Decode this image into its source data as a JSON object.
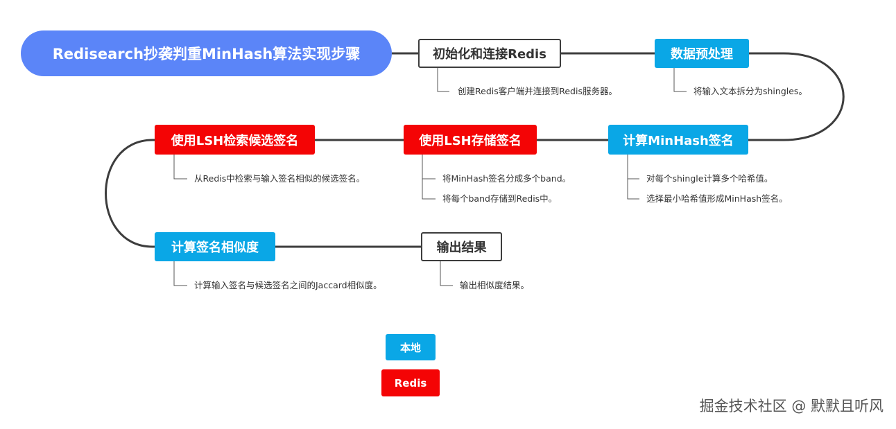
{
  "title": "Redisearch抄袭判重MinHash算法实现步骤",
  "steps": {
    "init": "初始化和连接Redis",
    "preprocess": "数据预处理",
    "compute_sig": "计算MinHash签名",
    "store_lsh": "使用LSH存储签名",
    "search_lsh": "使用LSH检索候选签名",
    "similarity": "计算签名相似度",
    "output": "输出结果"
  },
  "notes": {
    "init": "创建Redis客户端并连接到Redis服务器。",
    "preprocess": "将输入文本拆分为shingles。",
    "compute_sig_1": "对每个shingle计算多个哈希值。",
    "compute_sig_2": "选择最小哈希值形成MinHash签名。",
    "store_lsh_1": "将MinHash签名分成多个band。",
    "store_lsh_2": "将每个band存储到Redis中。",
    "search_lsh": "从Redis中检索与输入签名相似的候选签名。",
    "similarity": "计算输入签名与候选签名之间的Jaccard相似度。",
    "output": "输出相似度结果。"
  },
  "legend": {
    "local": "本地",
    "redis": "Redis"
  },
  "watermark": "掘金技术社区 @ 默默且听风",
  "colors": {
    "title_bg": "#5b85f8",
    "local": "#0aa7e6",
    "redis": "#f40405",
    "connector": "#3d3d3d"
  }
}
